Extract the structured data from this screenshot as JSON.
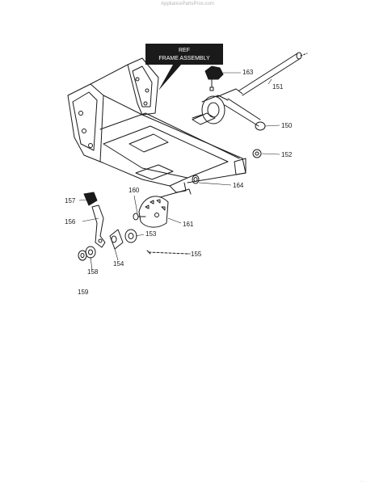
{
  "watermark": "AppliancePartsPros.com",
  "ref_box": {
    "line1": "REF",
    "line2": "FRAME ASSEMBLY"
  },
  "callouts": {
    "c150": "150",
    "c151": "151",
    "c152": "152",
    "c153": "153",
    "c154": "154",
    "c155": "155",
    "c156": "156",
    "c157": "157",
    "c158": "158",
    "c159": "159",
    "c160": "160",
    "c161": "161",
    "c163": "163",
    "c164": "164"
  },
  "corner_mark": ". ."
}
